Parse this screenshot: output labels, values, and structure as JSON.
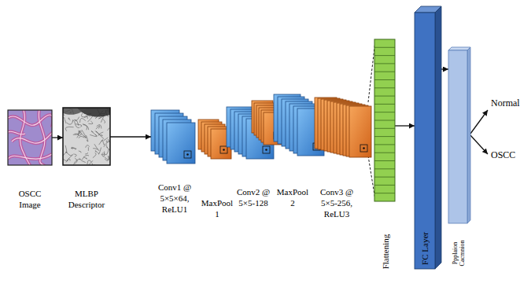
{
  "diagram": {
    "nodes": [
      {
        "text": [
          "OSCC Image"
        ]
      },
      {
        "text": [
          "MLBP Descriptor"
        ]
      },
      {
        "text": [
          "Conv1 @ 5×5×64, ReLU1"
        ]
      },
      {
        "text": [
          "MaxPool 1"
        ]
      },
      {
        "text": [
          "Conv2 @ 5×5-128"
        ]
      },
      {
        "text": [
          "MaxPool 2"
        ]
      },
      {
        "text": [
          "Conv3 @ 5×5-256, ReLU3"
        ]
      },
      {
        "text": [
          "Flattening"
        ]
      },
      {
        "text": [
          "FC Layer"
        ]
      },
      {
        "text": [
          "Ppplaion Cacmnion"
        ]
      }
    ],
    "edges": [
      {
        "from": 0,
        "to": 1,
        "arrow": "to"
      },
      {
        "from": 1,
        "to": 2,
        "arrow": "to"
      },
      {
        "from": 7,
        "to": 8,
        "arrow": "to"
      },
      {
        "from": 8,
        "to": 9,
        "arrow": "to"
      }
    ],
    "labels": [
      "Normal",
      "OSCC"
    ]
  }
}
